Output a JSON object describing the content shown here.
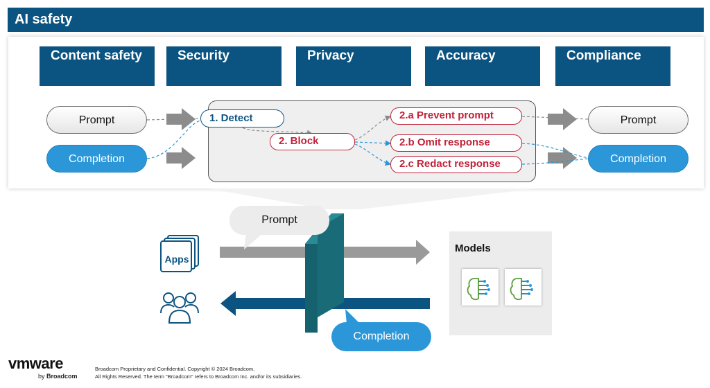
{
  "title": "AI safety",
  "categories": [
    "Content safety",
    "Security",
    "Privacy",
    "Accuracy",
    "Compliance"
  ],
  "flow": {
    "input_prompt": "Prompt",
    "input_completion": "Completion",
    "detect": "1. Detect",
    "block": "2. Block",
    "prevent": "2.a Prevent prompt",
    "omit": "2.b Omit response",
    "redact": "2.c Redact response",
    "output_prompt": "Prompt",
    "output_completion": "Completion"
  },
  "lower": {
    "bubble_prompt": "Prompt",
    "apps": "Apps",
    "models": "Models",
    "completion": "Completion"
  },
  "footer": {
    "line1": "Broadcom Proprietary and Confidential. Copyright © 2024 Broadcom.",
    "line2": "All Rights Reserved. The term \"Broadcom\" refers to Broadcom Inc. and/or its subsidiaries.",
    "logo": "vmware",
    "logo_by": "by",
    "logo_brand": "Broadcom"
  },
  "colors": {
    "navy": "#0b5380",
    "blue": "#2b97d8",
    "red": "#c0223a",
    "gray_arrow": "#9a9a9a",
    "teal": "#1a6b78"
  },
  "icons": [
    "apps-stack-icon",
    "users-icon",
    "model-brain-icon"
  ]
}
